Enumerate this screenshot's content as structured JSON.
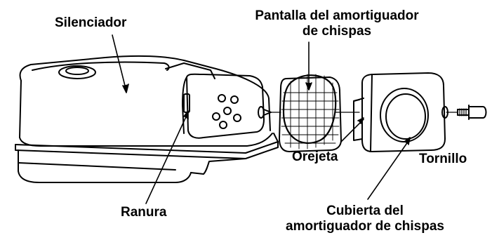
{
  "labels": {
    "muffler": "Silenciador",
    "screen_line1": "Pantalla del amortiguador",
    "screen_line2": "de chispas",
    "slot": "Ranura",
    "tab": "Orejeta",
    "screw": "Tornillo",
    "cover_line1": "Cubierta del",
    "cover_line2": "amortiguador de chispas"
  },
  "colors": {
    "line": "#000000",
    "background": "#ffffff"
  }
}
